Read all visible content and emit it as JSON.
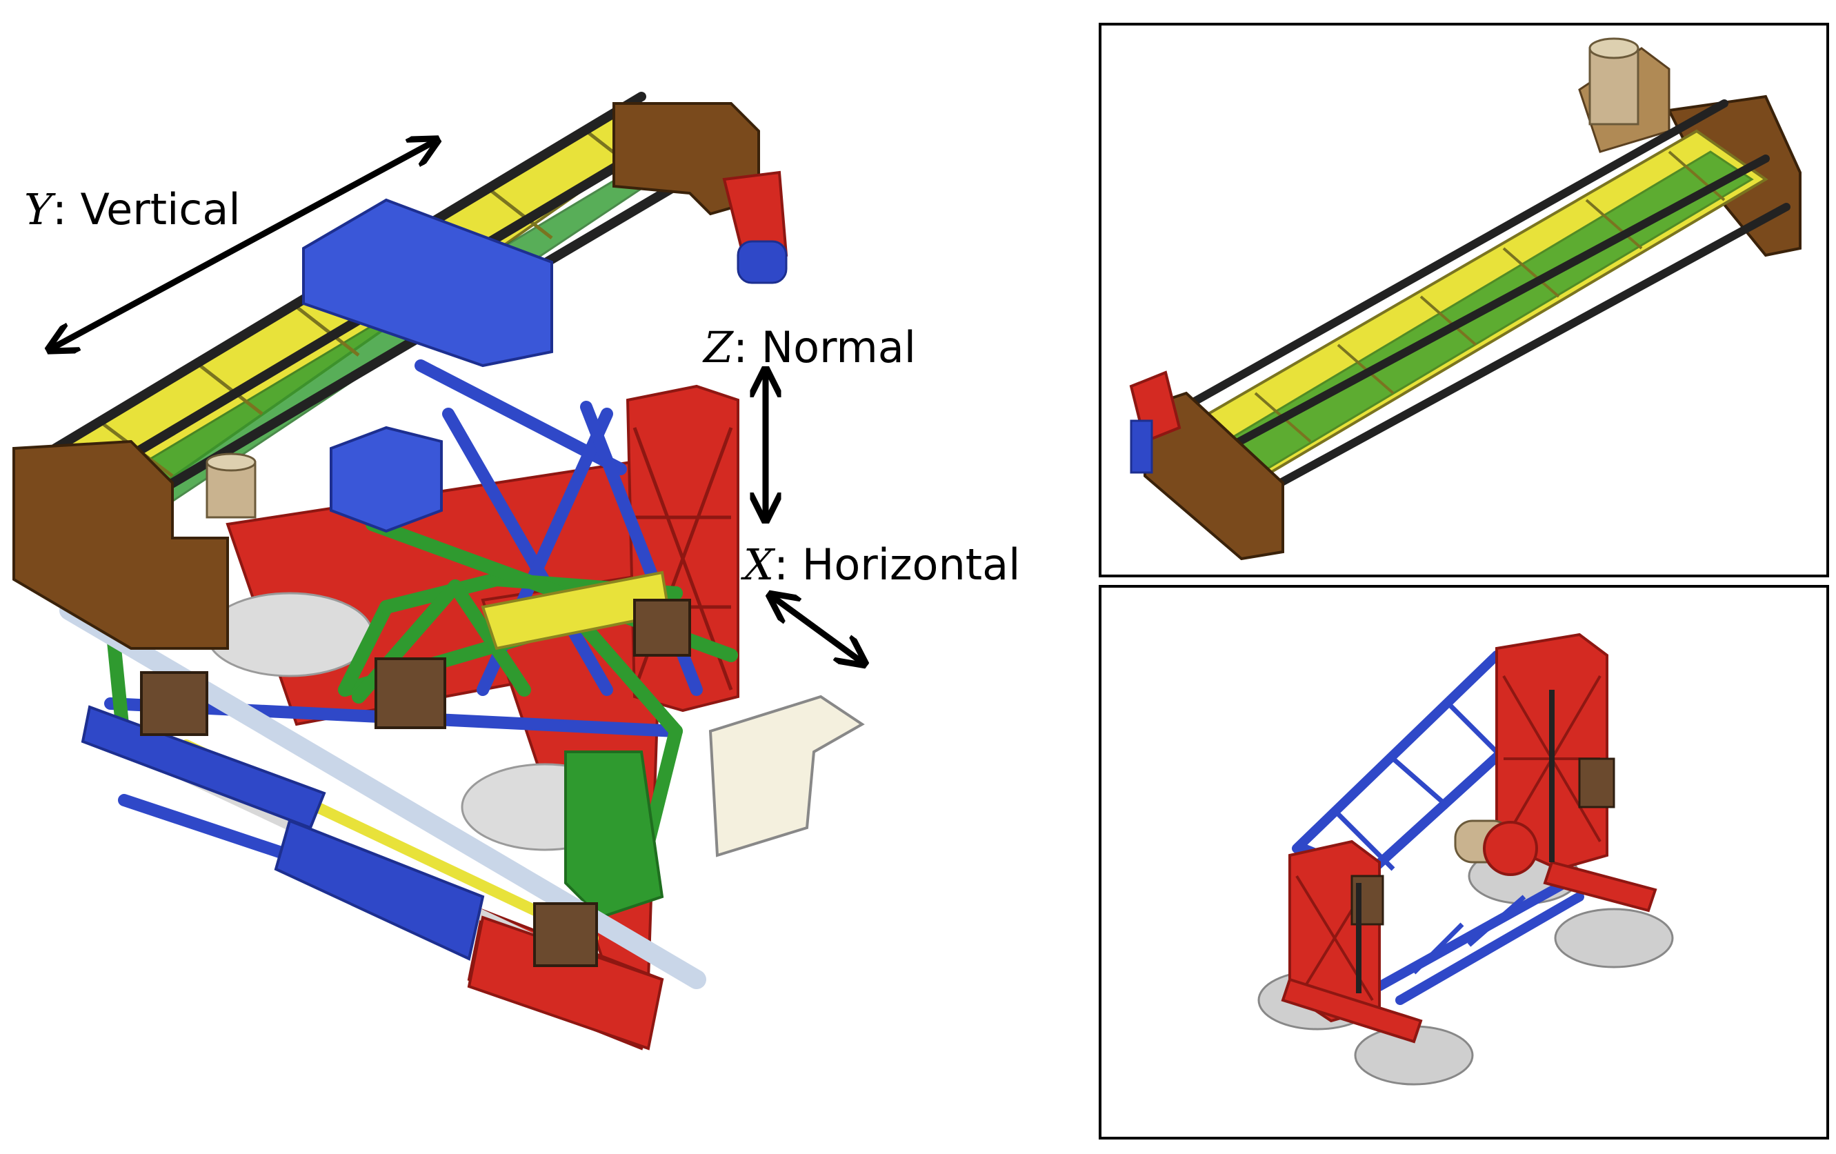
{
  "labels": {
    "y_axis": {
      "var": "Y",
      "text": ": Vertical"
    },
    "z_axis": {
      "var": "Z",
      "text": ": Normal"
    },
    "x_axis": {
      "var": "X",
      "text": ": Horizontal"
    }
  },
  "colors": {
    "brown": "#7a4a1c",
    "brown_dark": "#5a3410",
    "yellow": "#e8e23a",
    "green": "#2f9a2f",
    "green_dark": "#1f6e1f",
    "blue": "#2f48c8",
    "blue_dark": "#1d2f90",
    "red": "#d42a22",
    "red_dark": "#8e1712",
    "rod": "#222222",
    "gray_pad": "#cfcfcf",
    "tan": "#c9b38f",
    "cream": "#f4f0de",
    "light_rod": "#c9d6e8"
  }
}
